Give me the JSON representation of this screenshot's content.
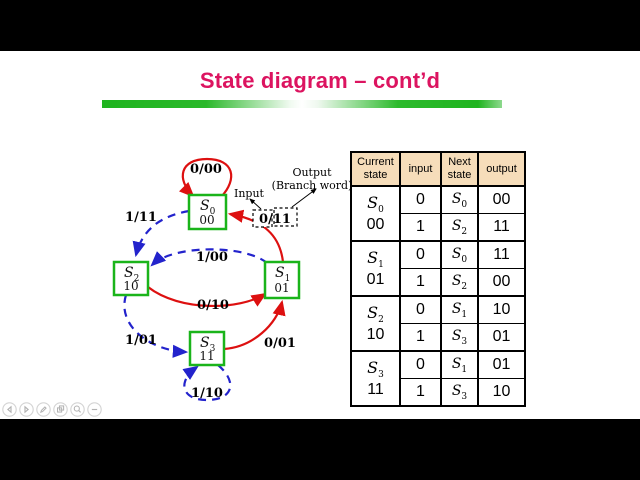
{
  "slide": {
    "title": "State diagram – cont’d",
    "title_color": "#dc1460",
    "rule_green": "#1fb41f"
  },
  "diagram": {
    "state_symbol": "S",
    "states": [
      {
        "sub": "0",
        "code": "00"
      },
      {
        "sub": "1",
        "code": "01"
      },
      {
        "sub": "2",
        "code": "10"
      },
      {
        "sub": "3",
        "code": "11"
      }
    ],
    "edges": {
      "s0_self": "0/00",
      "s0_to_s2": "1/11",
      "s1_to_s2": "1/00",
      "s2_to_s1": "0/10",
      "s1_to_s0": "0/11",
      "s3_to_s1": "0/01",
      "s2_to_s3": "1/01",
      "s3_self": "1/10"
    },
    "callout": {
      "input": "Input",
      "output": "Output",
      "branch_word": "(Branch word)"
    },
    "colors": {
      "state_border": "#1ab41a",
      "edge_red": "#dd1010",
      "edge_blue": "#2323cc"
    }
  },
  "table": {
    "state_symbol": "S",
    "headers": [
      "Current state",
      "input",
      "Next state",
      "output"
    ],
    "header_bg": "#f6ddba",
    "groups": [
      {
        "sub": "0",
        "code": "00",
        "rows": [
          {
            "input": "0",
            "next_sub": "0",
            "output": "00"
          },
          {
            "input": "1",
            "next_sub": "2",
            "output": "11"
          }
        ]
      },
      {
        "sub": "1",
        "code": "01",
        "rows": [
          {
            "input": "0",
            "next_sub": "0",
            "output": "11"
          },
          {
            "input": "1",
            "next_sub": "2",
            "output": "00"
          }
        ]
      },
      {
        "sub": "2",
        "code": "10",
        "rows": [
          {
            "input": "0",
            "next_sub": "1",
            "output": "10"
          },
          {
            "input": "1",
            "next_sub": "3",
            "output": "01"
          }
        ]
      },
      {
        "sub": "3",
        "code": "11",
        "rows": [
          {
            "input": "0",
            "next_sub": "1",
            "output": "01"
          },
          {
            "input": "1",
            "next_sub": "3",
            "output": "10"
          }
        ]
      }
    ]
  },
  "toolbar": {
    "icons": [
      "previous",
      "next",
      "pencil",
      "copy",
      "magnifier",
      "minus"
    ]
  }
}
